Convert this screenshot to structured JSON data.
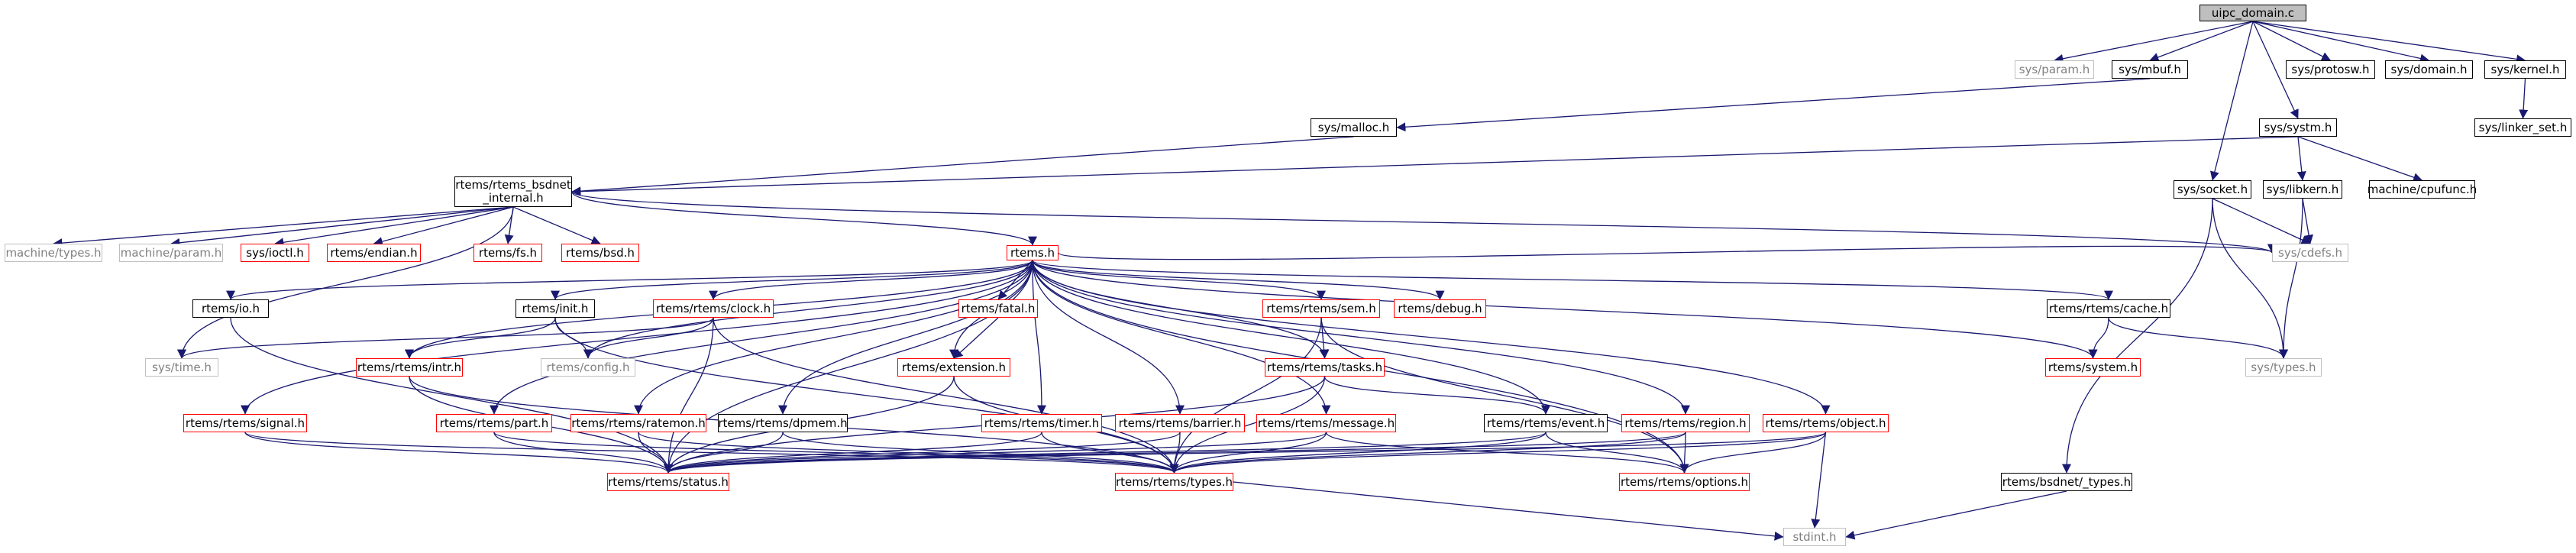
{
  "graph": {
    "edge_color": "#191970",
    "root_fill": "#bfbfbf",
    "linked_border": "#000000",
    "incomplete_border": "#ff0000",
    "external_border": "#bfbfbf",
    "nodes": {
      "uipc_domain": "uipc_domain.c",
      "sys_param": "sys/param.h",
      "sys_mbuf": "sys/mbuf.h",
      "sys_protosw": "sys/protosw.h",
      "sys_domain": "sys/domain.h",
      "sys_kernel": "sys/kernel.h",
      "sys_linker_set": "sys/linker_set.h",
      "sys_malloc": "sys/malloc.h",
      "sys_systm": "sys/systm.h",
      "rtems_bsdnet_internal": "rtems/rtems_bsdnet\n_internal.h",
      "sys_libkern": "sys/libkern.h",
      "machine_cpufunc": "machine/cpufunc.h",
      "sys_socket": "sys/socket.h",
      "machine_types": "machine/types.h",
      "machine_param": "machine/param.h",
      "sys_ioctl": "sys/ioctl.h",
      "rtems_endian": "rtems/endian.h",
      "rtems_fs": "rtems/fs.h",
      "rtems_bsd": "rtems/bsd.h",
      "sys_cdefs": "sys/cdefs.h",
      "rtems_h": "rtems.h",
      "rtems_io": "rtems/io.h",
      "rtems_init": "rtems/init.h",
      "rtems_clock": "rtems/rtems/clock.h",
      "rtems_fatal": "rtems/fatal.h",
      "rtems_sem": "rtems/rtems/sem.h",
      "rtems_debug": "rtems/debug.h",
      "rtems_cache": "rtems/rtems/cache.h",
      "sys_time": "sys/time.h",
      "rtems_intr": "rtems/rtems/intr.h",
      "rtems_config": "rtems/config.h",
      "rtems_extension": "rtems/extension.h",
      "rtems_tasks": "rtems/rtems/tasks.h",
      "rtems_system": "rtems/system.h",
      "sys_types": "sys/types.h",
      "rtems_signal": "rtems/rtems/signal.h",
      "rtems_part": "rtems/rtems/part.h",
      "rtems_ratemon": "rtems/rtems/ratemon.h",
      "rtems_dpmem": "rtems/rtems/dpmem.h",
      "rtems_timer": "rtems/rtems/timer.h",
      "rtems_barrier": "rtems/rtems/barrier.h",
      "rtems_message": "rtems/rtems/message.h",
      "rtems_event": "rtems/rtems/event.h",
      "rtems_region": "rtems/rtems/region.h",
      "rtems_object": "rtems/rtems/object.h",
      "rtems_bsdnet_types": "rtems/bsdnet/_types.h",
      "rtems_status": "rtems/rtems/status.h",
      "rtems_types": "rtems/rtems/types.h",
      "rtems_options": "rtems/rtems/options.h",
      "stdint": "stdint.h"
    }
  }
}
